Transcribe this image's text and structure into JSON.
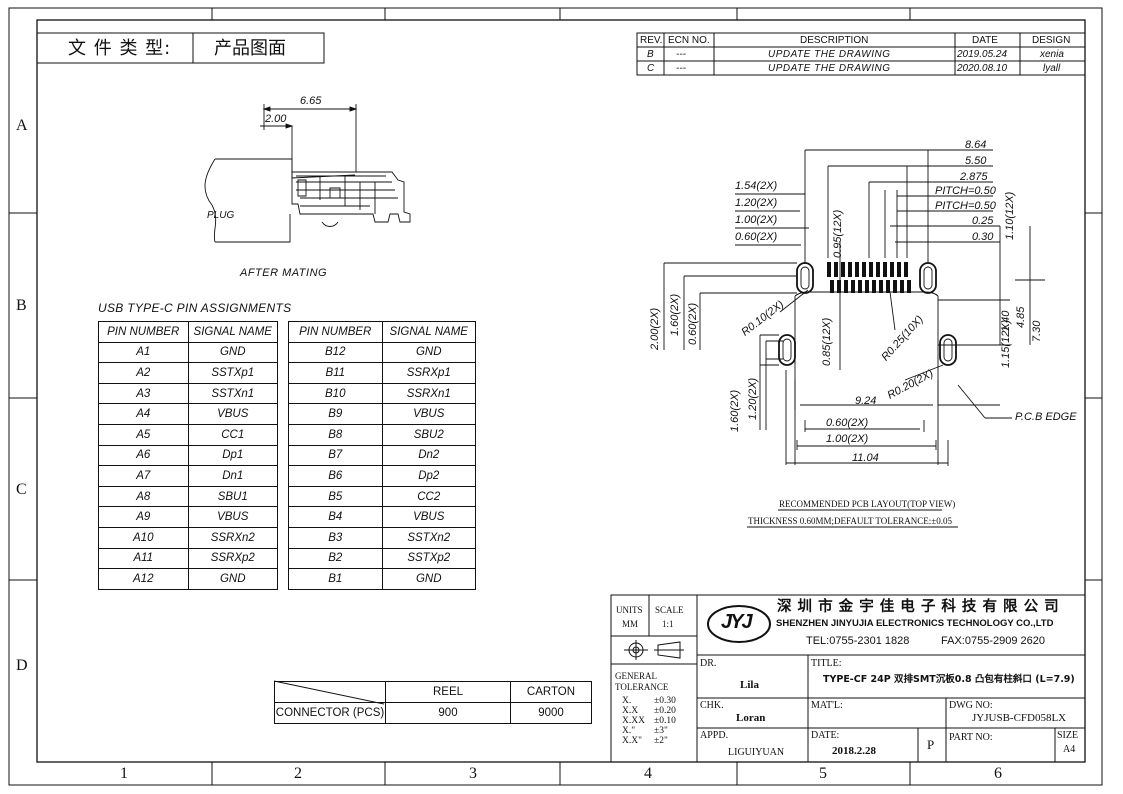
{
  "doc_type": {
    "label": "文 件 类 型:",
    "value": "产品图面"
  },
  "grid": {
    "cols": [
      "1",
      "2",
      "3",
      "4",
      "5",
      "6"
    ],
    "rows": [
      "A",
      "B",
      "C",
      "D"
    ]
  },
  "revision": {
    "headers": [
      "REV.",
      "ECN NO.",
      "DESCRIPTION",
      "DATE",
      "DESIGN"
    ],
    "rows": [
      [
        "B",
        "---",
        "UPDATE THE DRAWING",
        "2019.05.24",
        "xenia"
      ],
      [
        "C",
        "---",
        "UPDATE THE DRAWING",
        "2020.08.10",
        "lyall"
      ]
    ]
  },
  "side_view": {
    "dim_overall": "6.65",
    "dim_plug": "2.00",
    "plug_label": "PLUG",
    "caption": "AFTER MATING"
  },
  "pin_assignments": {
    "title": "USB TYPE-C PIN ASSIGNMENTS",
    "headers": [
      "PIN NUMBER",
      "SIGNAL NAME"
    ],
    "left": [
      [
        "A1",
        "GND"
      ],
      [
        "A2",
        "SSTXp1"
      ],
      [
        "A3",
        "SSTXn1"
      ],
      [
        "A4",
        "VBUS"
      ],
      [
        "A5",
        "CC1"
      ],
      [
        "A6",
        "Dp1"
      ],
      [
        "A7",
        "Dn1"
      ],
      [
        "A8",
        "SBU1"
      ],
      [
        "A9",
        "VBUS"
      ],
      [
        "A10",
        "SSRXn2"
      ],
      [
        "A11",
        "SSRXp2"
      ],
      [
        "A12",
        "GND"
      ]
    ],
    "right": [
      [
        "B12",
        "GND"
      ],
      [
        "B11",
        "SSRXp1"
      ],
      [
        "B10",
        "SSRXn1"
      ],
      [
        "B9",
        "VBUS"
      ],
      [
        "B8",
        "SBU2"
      ],
      [
        "B7",
        "Dn2"
      ],
      [
        "B6",
        "Dp2"
      ],
      [
        "B5",
        "CC2"
      ],
      [
        "B4",
        "VBUS"
      ],
      [
        "B3",
        "SSTXn2"
      ],
      [
        "B2",
        "SSTXp2"
      ],
      [
        "B1",
        "GND"
      ]
    ]
  },
  "pcb_layout": {
    "dims_top_right": [
      "8.64",
      "5.50",
      "2.875",
      "PITCH=0.50",
      "PITCH=0.50",
      "0.25",
      "0.30"
    ],
    "dim_right_vertical": "1.10(12X)",
    "dims_top_left": [
      "1.54(2X)",
      "1.20(2X)",
      "1.00(2X)",
      "0.60(2X)"
    ],
    "dim_pad_vertical": "0.95(12X)",
    "dims_left_vertical": [
      "2.00(2X)",
      "1.60(2X)",
      "0.60(2X)"
    ],
    "dim_r010": "R0.10(2X)",
    "dim_pad_lower": "0.85(12X)",
    "dim_r025": "R0.25(10X)",
    "dim_r020": "R0.20(2X)",
    "dims_right_vertical": [
      "1.40",
      "1.15(12X)",
      "4.85",
      "7.30"
    ],
    "dims_lower_left": [
      "1.60(2X)",
      "1.20(2X)"
    ],
    "dim_924": "9.24",
    "dims_bottom": [
      "0.60(2X)",
      "1.00(2X)",
      "11.04"
    ],
    "pcb_edge": "P.C.B EDGE",
    "caption": "RECOMMENDED PCB LAYOUT(TOP VIEW)",
    "note": "THICKNESS 0.60MM;DEFAULT TOLERANCE:±0.05"
  },
  "quantity": {
    "headers": [
      "REEL",
      "CARTON"
    ],
    "row_label": "CONNECTOR (PCS)",
    "values": [
      "900",
      "9000"
    ]
  },
  "title_block": {
    "units_label": "UNITS",
    "units_value": "MM",
    "scale_label": "SCALE",
    "scale_value": "1:1",
    "logo_text": "JYJ",
    "company_cn": "深 圳 市 金 宇 佳 电 子 科 技 有 限 公 司",
    "company_en": "SHENZHEN JINYUJIA ELECTRONICS TECHNOLOGY CO.,LTD",
    "tel": "TEL:0755-2301 1828",
    "fax": "FAX:0755-2909 2620",
    "general_tolerance_label": "GENERAL TOLERANCE",
    "tolerances": [
      [
        "X.",
        "±0.30"
      ],
      [
        "X.X",
        "±0.20"
      ],
      [
        "X.XX",
        "±0.10"
      ],
      [
        "X.\"",
        "±3\""
      ],
      [
        "X.X\"",
        "±2\""
      ]
    ],
    "dr_label": "DR.",
    "dr_value": "Lila",
    "chk_label": "CHK.",
    "chk_value": "Loran",
    "appd_label": "APPD.",
    "appd_value": "LIGUIYUAN",
    "title_label": "TITLE:",
    "title_value": "TYPE-CF 24P 双排SMT沉板0.8 凸包有柱斜口 (L=7.9)",
    "matl_label": "MAT'L:",
    "dwg_label": "DWG NO:",
    "dwg_value": "JYJUSB-CFD058LX",
    "date_label": "DATE:",
    "date_value": "2018.2.28",
    "p_mark": "P",
    "part_label": "PART NO:",
    "size_label": "SIZE",
    "size_value": "A4"
  }
}
